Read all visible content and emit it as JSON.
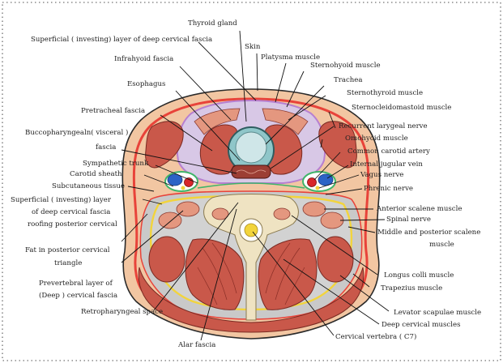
{
  "colors": {
    "skin": "#f2c6a2",
    "skin_edge": "#2a2a2a",
    "fascia_red": "#e8433a",
    "fascia_yellow": "#f2d43c",
    "fascia_green": "#3fb46a",
    "fascia_purple": "#b77fd0",
    "muscle": "#c9584a",
    "muscle_light": "#e4977f",
    "visceral_space": "#d8c8e6",
    "trachea": "#8fc6c9",
    "esophagus": "#9c3e34",
    "vertebra": "#efe3c2",
    "artery": "#d8262a",
    "vein": "#2b63c6",
    "prevertebral_space": "#b9b9b9"
  },
  "labels": {
    "thyroid_gland": "Thyroid gland",
    "superficial_layer": "Superficial ( investing) layer of deep cervical fascia",
    "skin": "Skin",
    "platysma": "Platysma muscle",
    "sternohyoid": "Sternohyoid muscle",
    "infrahyoid_fascia": "Infrahyoid fascia",
    "trachea": "Trachea",
    "esophagus": "Esophagus",
    "sternothyroid": "Sternothyroid muscle",
    "sternocleidomastoid": "Sternocleidomastoid muscle",
    "pretracheal_fascia": "Pretracheal fascia",
    "recurrent_laryngeal": "Recurrent larygeal nerve",
    "buccopharyngeal_1": "Buccopharyngealn( visceral )",
    "buccopharyngeal_2": "fascia",
    "omohyoid": "Omohyoid muscle",
    "common_carotid": "Common carotid artery",
    "sympathetic_trunk": "Sympathetic trunk",
    "internal_jugular": "Internal jugular vein",
    "carotid_sheath": "Carotid sheath",
    "vagus": "Vagus nerve",
    "subcutaneous": "Subcutaneous tissue",
    "phrenic": "Phrenic nerve",
    "superficial_roof_1": "Superficial ( investing) layer",
    "superficial_roof_2": "of deep cervical fascia",
    "superficial_roof_3": "roofing posterior cervical",
    "anterior_scalene": "Anterior scalene muscle",
    "spinal_nerve": "Spinal nerve",
    "middle_posterior_scalene_1": "Middle and posterior scalene",
    "middle_posterior_scalene_2": "muscle",
    "fat_posterior_1": "Fat in posterior cervical",
    "fat_posterior_2": "triangle",
    "longus_colli": "Longus colli muscle",
    "prevertebral_1": "Prevertebral layer of",
    "prevertebral_2": "(Deep ) cervical fascia",
    "trapezius": "Trapezius muscle",
    "retropharyngeal": "Retropharyngeal space",
    "levator_scapulae": "Levator scapulae muscle",
    "deep_cervical": "Deep cervical muscles",
    "cervical_vertebra": "Cervical vertebra ( C7)",
    "alar_fascia": "Alar fascia"
  }
}
